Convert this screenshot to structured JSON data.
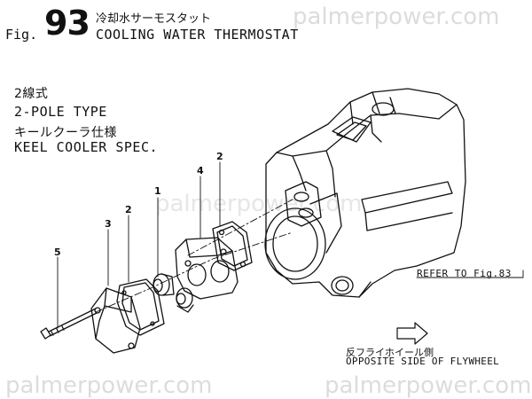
{
  "header": {
    "fig_prefix": "Fig.",
    "fig_number": "93",
    "title_jp": "冷却水サーモスタット",
    "title_en": "COOLING WATER THERMOSTAT"
  },
  "watermark": {
    "text": "palmerpower.com"
  },
  "notes": {
    "pole_jp": "2線式",
    "pole_en": "2-POLE TYPE",
    "keel_jp": "キールクーラ仕様",
    "keel_en": "KEEL COOLER SPEC."
  },
  "callouts": {
    "c1": "1",
    "c2a": "2",
    "c2b": "2",
    "c3": "3",
    "c4": "4",
    "c5": "5"
  },
  "refer": "REFER TO Fig.83",
  "opposite": {
    "jp": "反フライホイール側",
    "en": "OPPOSITE SIDE OF FLYWHEEL"
  }
}
